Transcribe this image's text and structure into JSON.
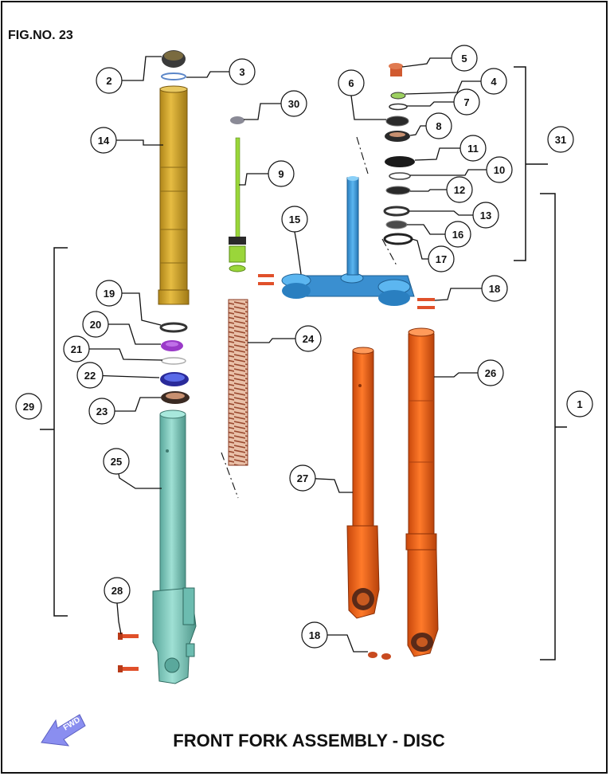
{
  "figure_number": "FIG.NO. 23",
  "title": "FRONT FORK ASSEMBLY - DISC",
  "fwd_label": "FWD",
  "colors": {
    "outer_tube": "#d4a62a",
    "inner_tube": "#7ccfc2",
    "bracket": "#3fa0e0",
    "stem": "#49a8e6",
    "fork_leg": "#f06a1e",
    "spring": "#c8745a",
    "damper_rod": "#9ad63a",
    "fwd_arrow": "#8a8ef0"
  },
  "callouts": [
    {
      "id": "c2",
      "label": "2"
    },
    {
      "id": "c3",
      "label": "3"
    },
    {
      "id": "c14",
      "label": "14"
    },
    {
      "id": "c30",
      "label": "30"
    },
    {
      "id": "c9",
      "label": "9"
    },
    {
      "id": "c6",
      "label": "6"
    },
    {
      "id": "c5",
      "label": "5"
    },
    {
      "id": "c4",
      "label": "4"
    },
    {
      "id": "c7",
      "label": "7"
    },
    {
      "id": "c8",
      "label": "8"
    },
    {
      "id": "c11",
      "label": "11"
    },
    {
      "id": "c10",
      "label": "10"
    },
    {
      "id": "c12",
      "label": "12"
    },
    {
      "id": "c13",
      "label": "13"
    },
    {
      "id": "c16",
      "label": "16"
    },
    {
      "id": "c17",
      "label": "17"
    },
    {
      "id": "c31",
      "label": "31"
    },
    {
      "id": "c15",
      "label": "15"
    },
    {
      "id": "c18a",
      "label": "18"
    },
    {
      "id": "c19",
      "label": "19"
    },
    {
      "id": "c20",
      "label": "20"
    },
    {
      "id": "c21",
      "label": "21"
    },
    {
      "id": "c22",
      "label": "22"
    },
    {
      "id": "c23",
      "label": "23"
    },
    {
      "id": "c24",
      "label": "24"
    },
    {
      "id": "c26",
      "label": "26"
    },
    {
      "id": "c1",
      "label": "1"
    },
    {
      "id": "c29",
      "label": "29"
    },
    {
      "id": "c25",
      "label": "25"
    },
    {
      "id": "c27",
      "label": "27"
    },
    {
      "id": "c28",
      "label": "28"
    },
    {
      "id": "c18b",
      "label": "18"
    }
  ]
}
